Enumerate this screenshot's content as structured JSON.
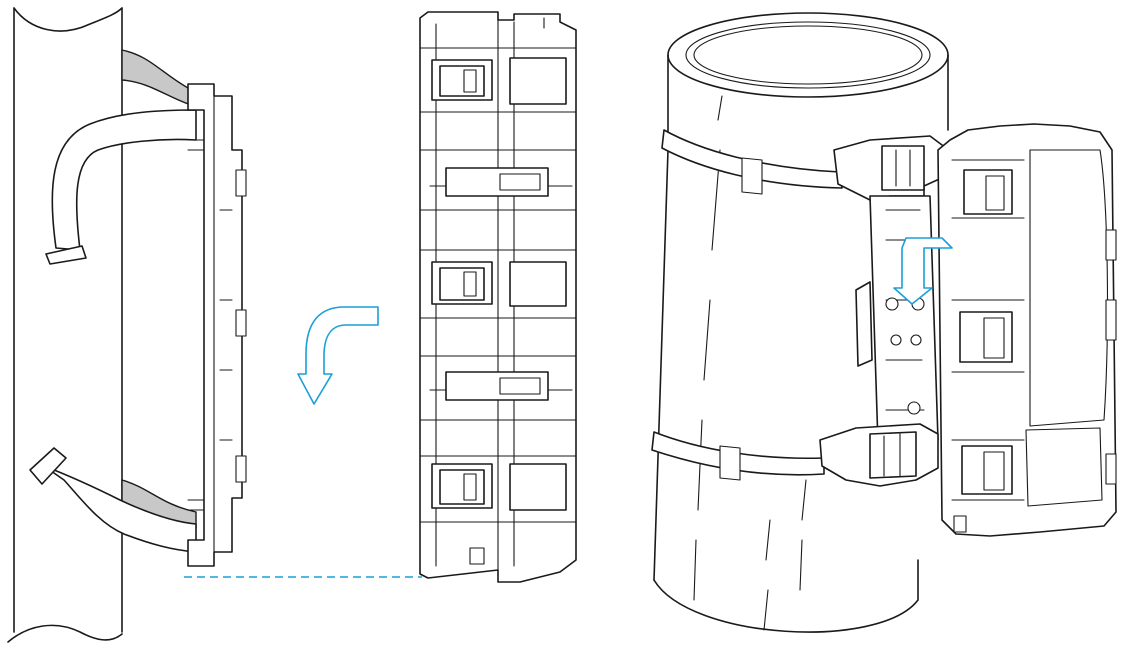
{
  "figure": {
    "panels": [
      {
        "id": "left",
        "content": "strap-base-on-pipe"
      },
      {
        "id": "middle",
        "content": "device-side-view"
      },
      {
        "id": "right",
        "content": "device-mounted-on-pipe"
      }
    ],
    "colors": {
      "line": "#1a1a1a",
      "accent": "#1a9fd8",
      "strap_fill": "#c8c8c8",
      "background": "#ffffff"
    },
    "icons": {
      "rotate_arrow": "curved-arrow-down-icon",
      "slide_arrow": "arrow-down-icon"
    }
  }
}
